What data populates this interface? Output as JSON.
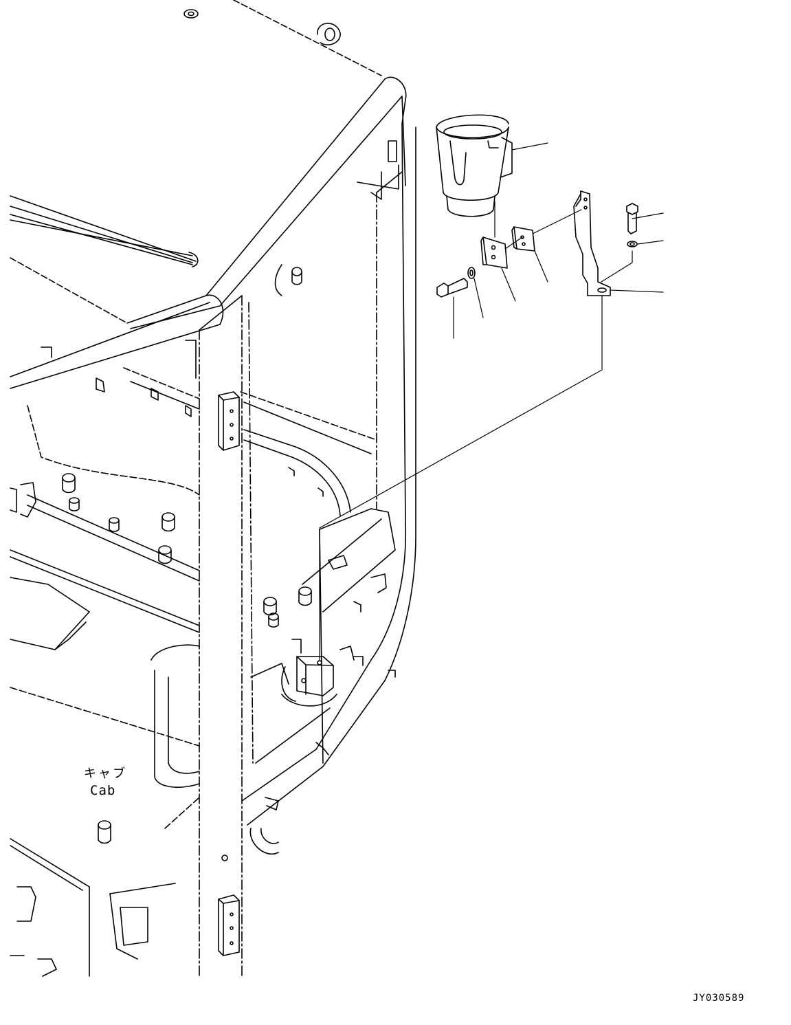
{
  "labels": {
    "cab_japanese": "キャブ",
    "cab_english": "Cab",
    "drawing_code": "JY030589"
  },
  "colors": {
    "line": "#000000",
    "background": "#ffffff"
  }
}
